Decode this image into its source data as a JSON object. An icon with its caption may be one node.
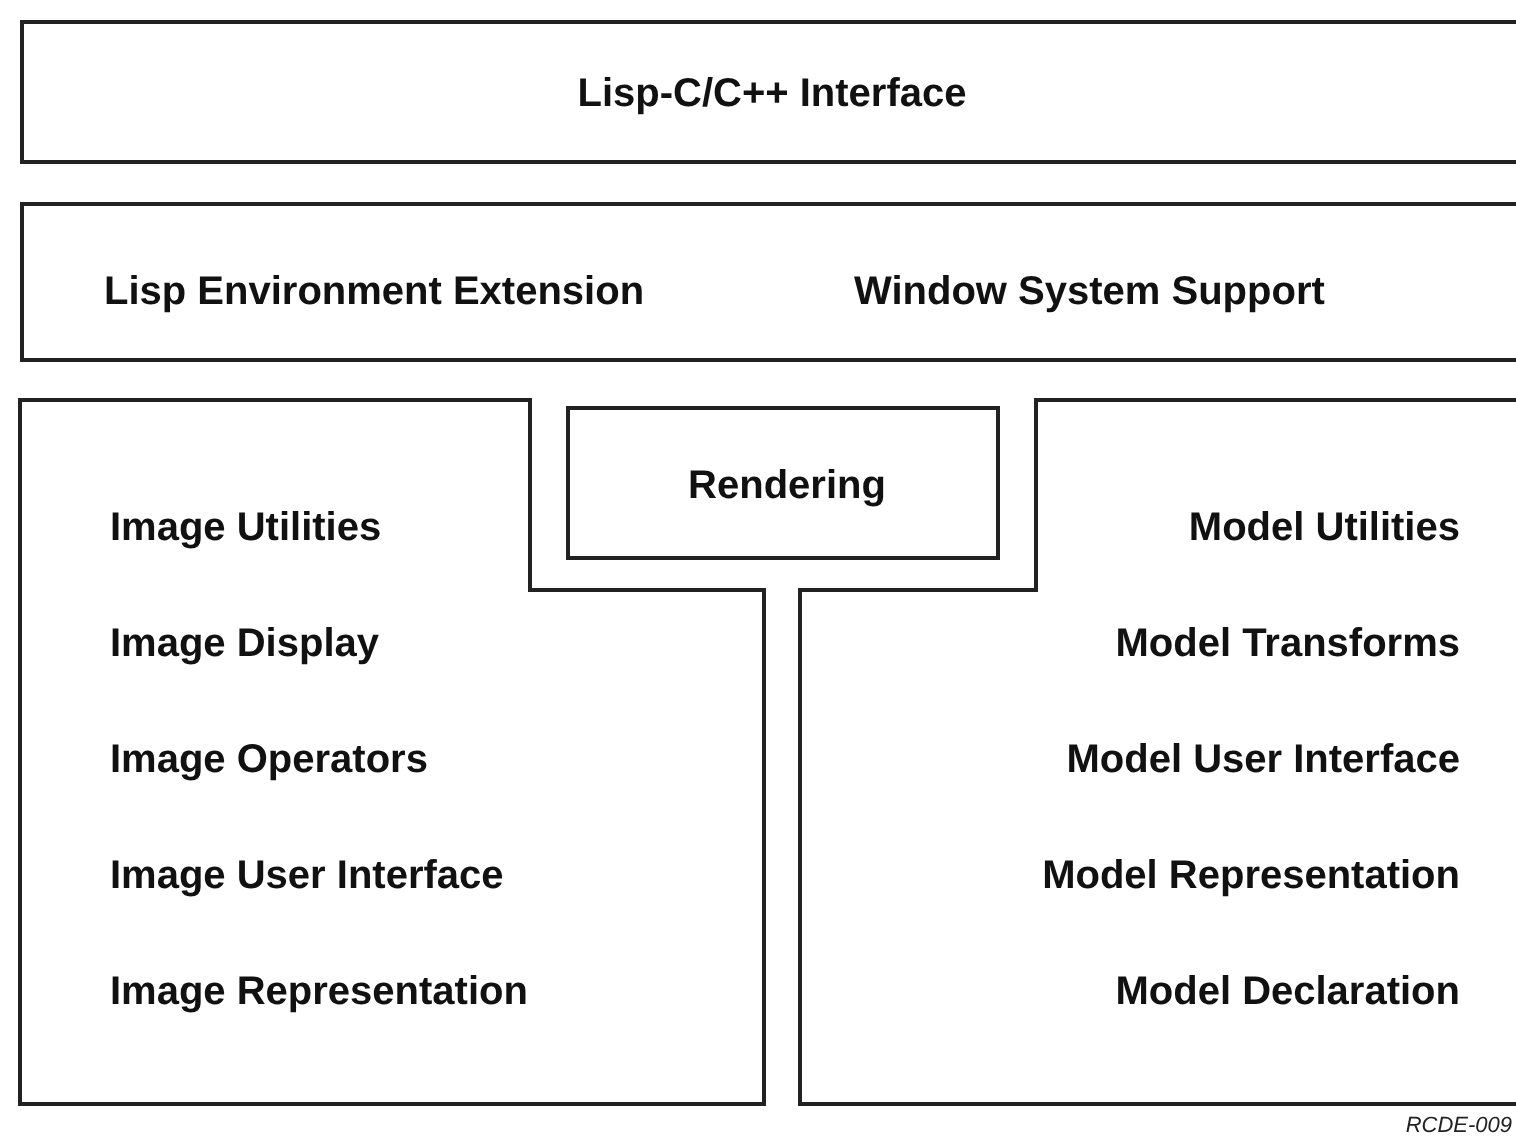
{
  "diagram": {
    "nodes": [
      {
        "text": [
          "Lisp-C/C++ Interface"
        ]
      },
      {
        "text": [
          "Lisp Environment Extension",
          "Window System Support"
        ]
      },
      {
        "text": [
          "Image Utilities",
          "Image Display",
          "Image Operators",
          "Image User Interface",
          "Image Representation"
        ]
      },
      {
        "text": [
          "Rendering"
        ]
      },
      {
        "text": [
          "Model Utilities",
          "Model Transforms",
          "Model User Interface",
          "Model Representation",
          "Model Declaration"
        ]
      }
    ],
    "labels": [
      "RCDE-009"
    ]
  }
}
